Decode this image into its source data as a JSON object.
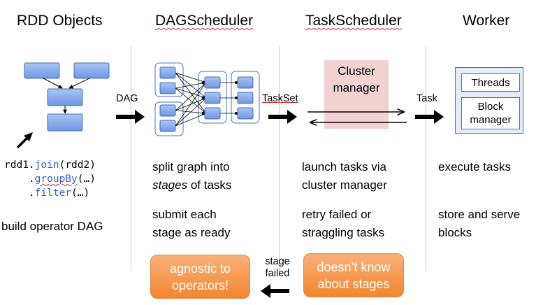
{
  "columns": {
    "rdd": {
      "title": "RDD Objects",
      "code": {
        "var": "rdd1",
        "m1": "join",
        "a1": "rdd2",
        "m2": "groupBy",
        "a2": "…",
        "m3": "filter",
        "a3": "…"
      },
      "caption": "build operator DAG"
    },
    "dag": {
      "title": "DAGScheduler",
      "line1": "split graph into",
      "line2_italic": "stages",
      "line2_rest": " of tasks",
      "line3": "submit each",
      "line4": "stage as ready",
      "note": "agnostic to operators!"
    },
    "task": {
      "title": "TaskScheduler",
      "cluster_manager": "Cluster manager",
      "line1": "launch tasks via",
      "line2": "cluster manager",
      "line3": "retry failed or",
      "line4": "straggling tasks",
      "note": "doesn’t know about stages"
    },
    "worker": {
      "title": "Worker",
      "threads": "Threads",
      "block_manager": "Block manager",
      "line1": "execute tasks",
      "line2": "store and serve",
      "line3": "blocks"
    }
  },
  "arrows": {
    "dag": "DAG",
    "taskset": "TaskSet",
    "task": "Task",
    "stage_failed": "stage failed"
  },
  "colors": {
    "node_fill": "#7ea6ea",
    "node_stroke": "#3f6cc4",
    "orange": "#f2862f",
    "pink": "#f2d1d3",
    "divider": "#c8c8c8"
  }
}
